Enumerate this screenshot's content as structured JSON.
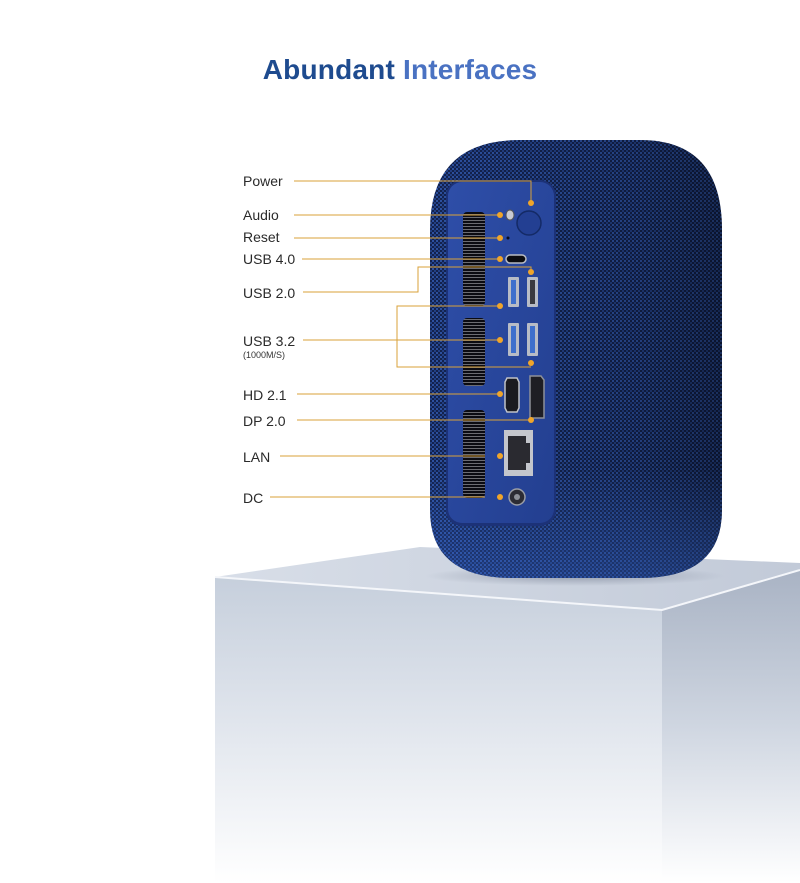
{
  "header": {
    "title_part1": "Abundant",
    "title_part2": "Interfaces"
  },
  "colors": {
    "title_dark": "#1e4b8f",
    "title_light": "#4a72c2",
    "callout_line": "#d9a23a",
    "callout_dot": "#f0a52a",
    "device_body": "#1b2f63",
    "device_panel": "#2a46a0",
    "pedestal": "#d4dbe6"
  },
  "callouts": [
    {
      "id": "power",
      "label": "Power"
    },
    {
      "id": "audio",
      "label": "Audio"
    },
    {
      "id": "reset",
      "label": "Reset"
    },
    {
      "id": "usb40",
      "label": "USB 4.0"
    },
    {
      "id": "usb20",
      "label": "USB 2.0"
    },
    {
      "id": "usb32",
      "label": "USB 3.2",
      "sublabel": "(1000M/S)"
    },
    {
      "id": "hd21",
      "label": "HD 2.1"
    },
    {
      "id": "dp20",
      "label": "DP 2.0"
    },
    {
      "id": "lan",
      "label": "LAN"
    },
    {
      "id": "dc",
      "label": "DC"
    }
  ]
}
